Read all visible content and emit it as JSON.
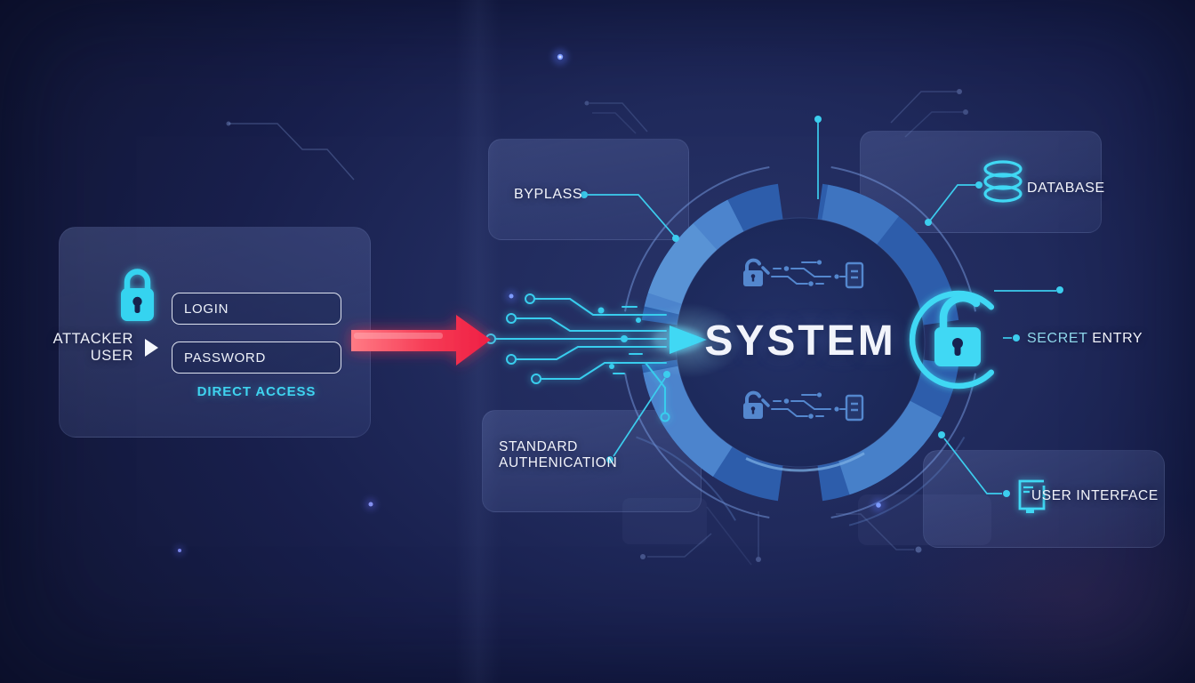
{
  "system": {
    "label": "SYSTEM"
  },
  "attacker_card": {
    "attacker_line1": "ATTACKER",
    "attacker_line2": "USER",
    "login": "LOGIN",
    "password": "PASSWORD",
    "direct_access": "DIRECT ACCESS"
  },
  "nodes": {
    "byplass": "BYPLASS",
    "standard_auth_line1": "STANDARD",
    "standard_auth_line2": "AUTHENICATION",
    "database": "DATABASE",
    "secret": "SECRET",
    "entry": "ENTRY",
    "user_interface": "USER INTERFACE"
  },
  "icons": {
    "attacker_lock": "lock-icon",
    "attacker_pointer": "play-icon",
    "database": "database-icon",
    "secret_entry": "unlock-icon",
    "user_interface": "window-icon",
    "system_rows": [
      "lock-icon",
      "circuit-icon",
      "document-icon"
    ],
    "entry_arrows": [
      "red-arrow-icon",
      "cyan-arrow-icon"
    ]
  },
  "colors": {
    "background": "#161B43",
    "card_tint": "rgba(140,160,230,0.15)",
    "cyan": "#3FD8F4",
    "trace_cyan": "#38CDEE",
    "red": "#F1284A",
    "ring_blue": "#2D5DAB",
    "ring_light": "#4C84CD",
    "inner_icon_blue": "#5487CE",
    "text_white": "#F2F4FB"
  }
}
